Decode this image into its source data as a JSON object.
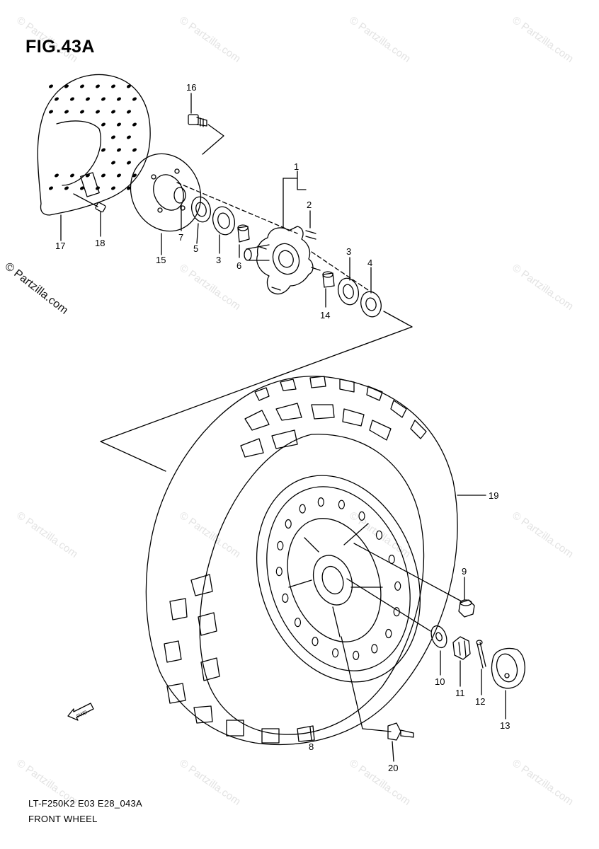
{
  "figure": {
    "title": "FIG.43A",
    "diagram_code": "LT-F250K2 E03 E28_043A",
    "section_name": "FRONT WHEEL"
  },
  "watermark": {
    "text": "© Partzilla.com",
    "side_text": "© Partzilla.com"
  },
  "parts": [
    {
      "number": "1"
    },
    {
      "number": "2"
    },
    {
      "number": "3"
    },
    {
      "number": "3"
    },
    {
      "number": "4"
    },
    {
      "number": "5"
    },
    {
      "number": "6"
    },
    {
      "number": "7"
    },
    {
      "number": "8"
    },
    {
      "number": "9"
    },
    {
      "number": "10"
    },
    {
      "number": "11"
    },
    {
      "number": "12"
    },
    {
      "number": "13"
    },
    {
      "number": "14"
    },
    {
      "number": "15"
    },
    {
      "number": "16"
    },
    {
      "number": "17"
    },
    {
      "number": "18"
    },
    {
      "number": "19"
    },
    {
      "number": "20"
    }
  ],
  "direction_badge": {
    "text": "FWD"
  }
}
